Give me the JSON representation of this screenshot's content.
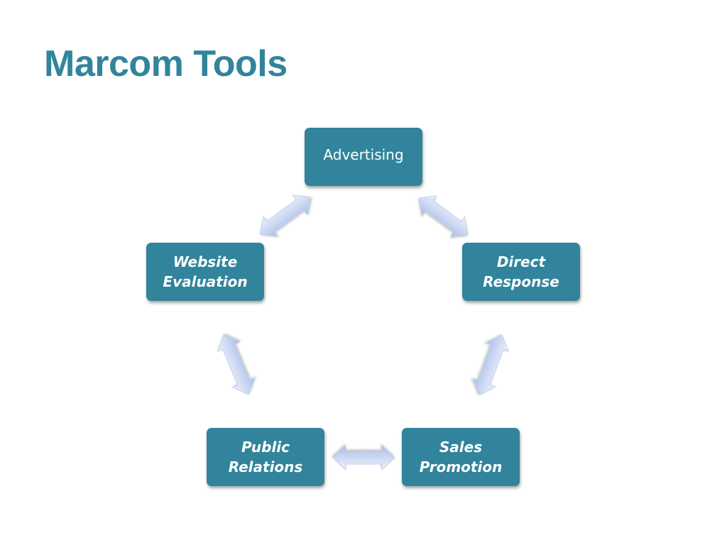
{
  "title": "Marcom Tools",
  "colors": {
    "title": "#31849b",
    "node_fill": "#31849b",
    "node_text": "#ffffff",
    "arrow_fill_light": "#e6ecfa",
    "arrow_fill_dark": "#a9bde9"
  },
  "nodes": {
    "advertising": "Advertising",
    "direct_response": "Direct\nResponse",
    "sales_promotion": "Sales\nPromotion",
    "public_relations": "Public\nRelations",
    "website_evaluation": "Website\nEvaluation"
  },
  "connections": [
    {
      "from": "Advertising",
      "to": "Direct Response",
      "type": "bidirectional"
    },
    {
      "from": "Direct Response",
      "to": "Sales Promotion",
      "type": "bidirectional"
    },
    {
      "from": "Sales Promotion",
      "to": "Public Relations",
      "type": "bidirectional"
    },
    {
      "from": "Public Relations",
      "to": "Website Evaluation",
      "type": "bidirectional"
    },
    {
      "from": "Website Evaluation",
      "to": "Advertising",
      "type": "bidirectional"
    }
  ]
}
